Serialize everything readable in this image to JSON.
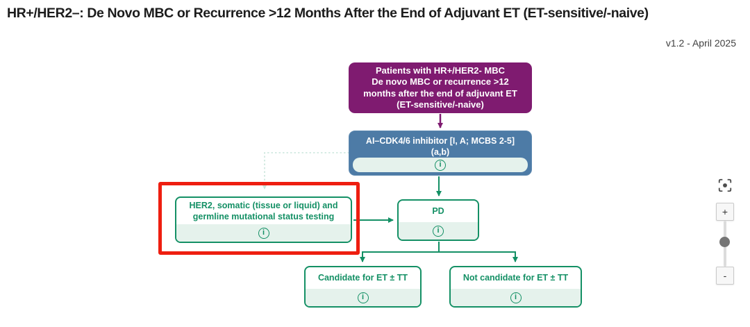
{
  "header": {
    "title": "HR+/HER2–: De Novo MBC or Recurrence >12 Months After the End of Adjuvant ET (ET-sensitive/-naive)",
    "version": "v1.2 - April 2025"
  },
  "flowchart": {
    "info_symbol": "i",
    "patients_box": {
      "text": "Patients with HR+/HER2- MBC\nDe novo MBC or recurrence >12\nmonths after the end of adjuvant ET\n(ET-sensitive/-naive)"
    },
    "treatment_box": {
      "text": "AI–CDK4/6 inhibitor [I, A; MCBS 2-5]\n(a,b)"
    },
    "testing_box": {
      "text": "HER2, somatic (tissue or liquid) and\ngermline mutational status testing",
      "highlighted": true
    },
    "pd_box": {
      "text": "PD"
    },
    "candidate_box": {
      "text": "Candidate for ET ± TT"
    },
    "not_candidate_box": {
      "text": "Not candidate for ET ± TT"
    }
  },
  "controls": {
    "zoom_in_label": "+",
    "zoom_out_label": "-"
  },
  "colors": {
    "purple": "#7f1b70",
    "blue": "#4d7ba6",
    "green": "#149065",
    "mint_strip": "#e5f2ec",
    "highlight_red": "#ee1e10",
    "dotted_arrow": "#c9e5db"
  }
}
